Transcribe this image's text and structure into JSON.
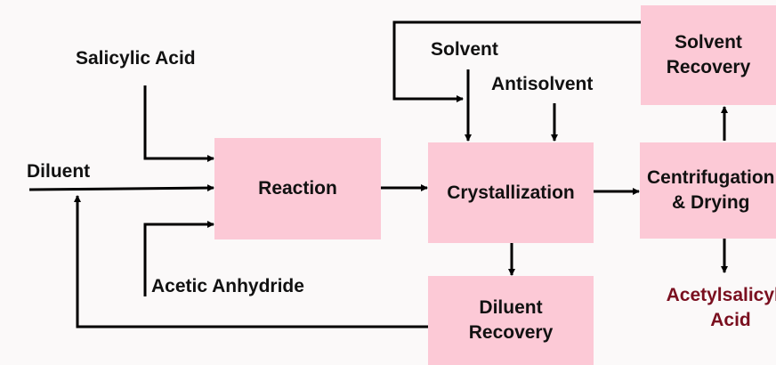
{
  "nodes": {
    "reaction": "Reaction",
    "crystallization": "Crystallization",
    "centrifugation": "Centrifugation\n& Drying",
    "solvent_recovery": "Solvent\nRecovery",
    "diluent_recovery": "Diluent\nRecovery"
  },
  "inputs": {
    "salicylic_acid": "Salicylic Acid",
    "diluent": "Diluent",
    "acetic_anhydride": "Acetic Anhydride",
    "solvent": "Solvent",
    "antisolvent": "Antisolvent"
  },
  "product": "Acetylsalicylic\nAcid",
  "colors": {
    "box_fill": "#fcc9d6",
    "line": "#000000",
    "text": "#111111",
    "product_text": "#7a0f1f"
  }
}
